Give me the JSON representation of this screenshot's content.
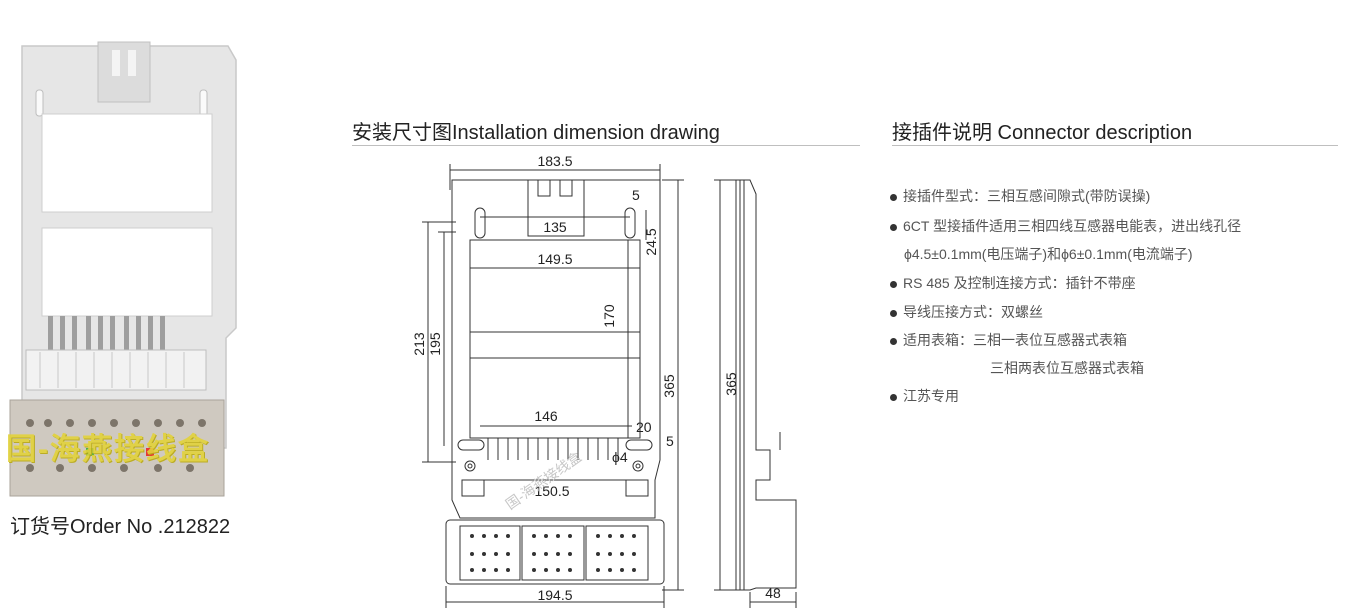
{
  "product": {
    "order_label": "订货号Order No .212822",
    "watermark": "国-海燕接线盒"
  },
  "installation": {
    "heading": "安装尺寸图Installation dimension drawing",
    "dims": {
      "top_width": "183.5",
      "inner_135": "135",
      "d5_top": "5",
      "d24_5": "24.5",
      "d149_5": "149.5",
      "d170": "170",
      "d213": "213",
      "d195": "195",
      "d365_front": "365",
      "d146": "146",
      "d20": "20",
      "d5_bottom": "5",
      "phi4": "ϕ4",
      "d150_5": "150.5",
      "d194_5": "194.5",
      "d365_side": "365",
      "d48": "48"
    },
    "diagram_watermark": "国-海燕接线盒"
  },
  "connector": {
    "heading": "接插件说明 Connector description",
    "lines": [
      {
        "bullet": true,
        "text": "接插件型式：三相互感间隙式(带防误操)"
      },
      {
        "bullet": true,
        "text": "6CT 型接插件适用三相四线互感器电能表，进出线孔径"
      },
      {
        "bullet": false,
        "text": "ϕ4.5±0.1mm(电压端子)和ϕ6±0.1mm(电流端子)"
      },
      {
        "bullet": true,
        "text": "RS 485 及控制连接方式：插针不带座"
      },
      {
        "bullet": true,
        "text": "导线压接方式：双螺丝"
      },
      {
        "bullet": true,
        "text": "适用表箱：三相一表位互感器式表箱"
      },
      {
        "bullet": false,
        "text": "三相两表位互感器式表箱"
      },
      {
        "bullet": true,
        "text": "江苏专用"
      }
    ]
  }
}
